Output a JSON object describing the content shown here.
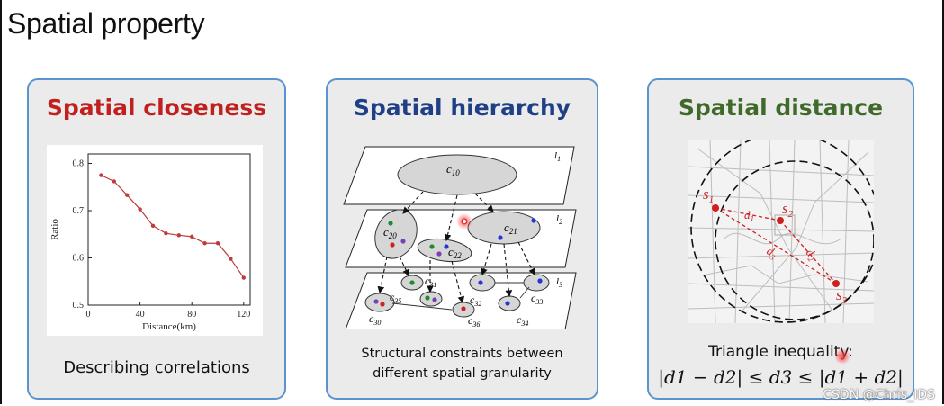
{
  "page": {
    "title": "Spatial property",
    "watermark": "CSDN @Chris_IDS"
  },
  "colors": {
    "red_title": "#c0211f",
    "blue_title": "#1f3f86",
    "green_title": "#3f6a2a",
    "card_border": "#5b93cf"
  },
  "cards": [
    {
      "title": "Spatial closeness",
      "caption": "Describing correlations"
    },
    {
      "title": "Spatial hierarchy",
      "caption_line1": "Structural constraints between",
      "caption_line2": "different spatial granularity"
    },
    {
      "title": "Spatial distance",
      "caption_line1": "Triangle inequality:",
      "formula": "|d1 − d2| ≤ d3 ≤ |d1 + d2|"
    }
  ],
  "chart_data": {
    "type": "line",
    "xlabel": "Distance(km)",
    "ylabel": "Ratio",
    "xlim": [
      0,
      125
    ],
    "ylim": [
      0.5,
      0.82
    ],
    "x_ticks": [
      0,
      40,
      80,
      120
    ],
    "y_ticks": [
      0.5,
      0.6,
      0.7,
      0.8
    ],
    "x": [
      10,
      20,
      30,
      40,
      50,
      60,
      70,
      80,
      90,
      100,
      110,
      120
    ],
    "y": [
      0.775,
      0.762,
      0.733,
      0.703,
      0.668,
      0.652,
      0.648,
      0.645,
      0.631,
      0.631,
      0.598,
      0.558
    ],
    "color": "#c0393b"
  },
  "hierarchy": {
    "layers": [
      "l1",
      "l2",
      "l3"
    ],
    "nodes": [
      "c10",
      "c20",
      "c21",
      "c22",
      "c30",
      "c31",
      "c32",
      "c33",
      "c34",
      "c35",
      "c36"
    ]
  },
  "distance": {
    "points": [
      "s1",
      "s2",
      "s3"
    ],
    "edges": [
      "d1",
      "d2",
      "d3"
    ]
  }
}
